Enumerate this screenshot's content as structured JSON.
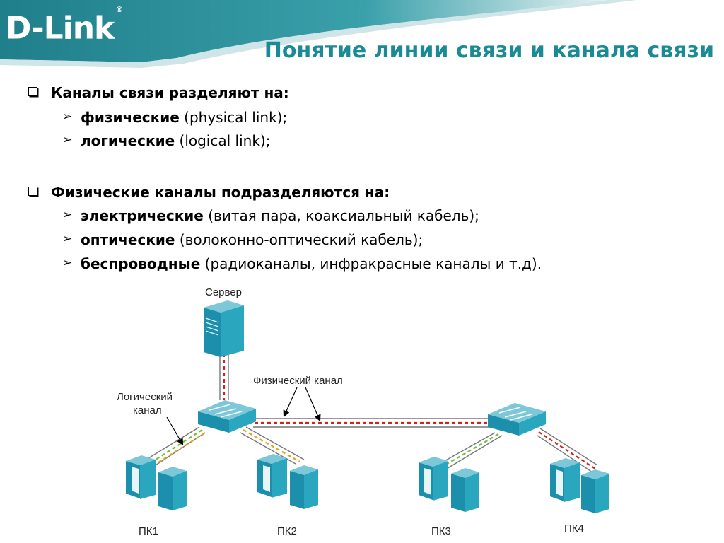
{
  "logo": {
    "text": "D-Link",
    "mark": "®"
  },
  "title": "Понятие линии связи и канала связи",
  "sections": [
    {
      "heading": "Каналы связи разделяют на:",
      "items": [
        {
          "bold": "физические",
          "rest": " (physical link);"
        },
        {
          "bold": "логические",
          "rest": " (logical link);"
        }
      ]
    },
    {
      "heading": "Физические каналы подразделяются на:",
      "items": [
        {
          "bold": "электрические",
          "rest": " (витая пара, коаксиальный кабель);"
        },
        {
          "bold": "оптические",
          "rest": " (волоконно-оптический кабель);"
        },
        {
          "bold": "беспроводные",
          "rest": " (радиоканалы, инфракрасные каналы и т.д)."
        }
      ]
    }
  ],
  "diagram": {
    "server_label": "Сервер",
    "physical_channel_label": "Физический канал",
    "logical_channel_label_1": "Логический",
    "logical_channel_label_2": "канал",
    "pc_labels": [
      "ПК1",
      "ПК2",
      "ПК3",
      "ПК4"
    ]
  },
  "colors": {
    "brand": "#1a8a94",
    "header_band": "#2a8f99",
    "device": "#2aa6be",
    "logical_line": "#d32020",
    "logical_line_2": "#6cbf3a"
  }
}
